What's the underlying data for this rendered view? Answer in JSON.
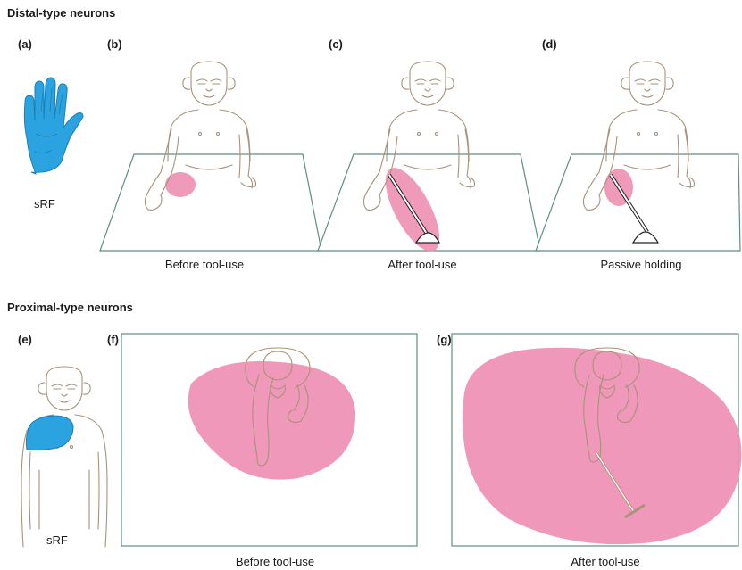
{
  "sections": {
    "distal_title": "Distal-type neurons",
    "proximal_title": "Proximal-type neurons"
  },
  "panels": {
    "a": "(a)",
    "b": "(b)",
    "c": "(c)",
    "d": "(d)",
    "e": "(e)",
    "f": "(f)",
    "g": "(g)"
  },
  "captions": {
    "a_srf": "sRF",
    "b": "Before tool-use",
    "c": "After tool-use",
    "d": "Passive holding",
    "e_srf": "sRF",
    "f": "Before tool-use",
    "g": "After tool-use"
  },
  "colors": {
    "receptive_field_pink": "#ee8fb3",
    "skin_receptive_field_blue": "#2aa3e0",
    "outline_tan": "#a8927a",
    "frame_green": "#5e8f82"
  }
}
